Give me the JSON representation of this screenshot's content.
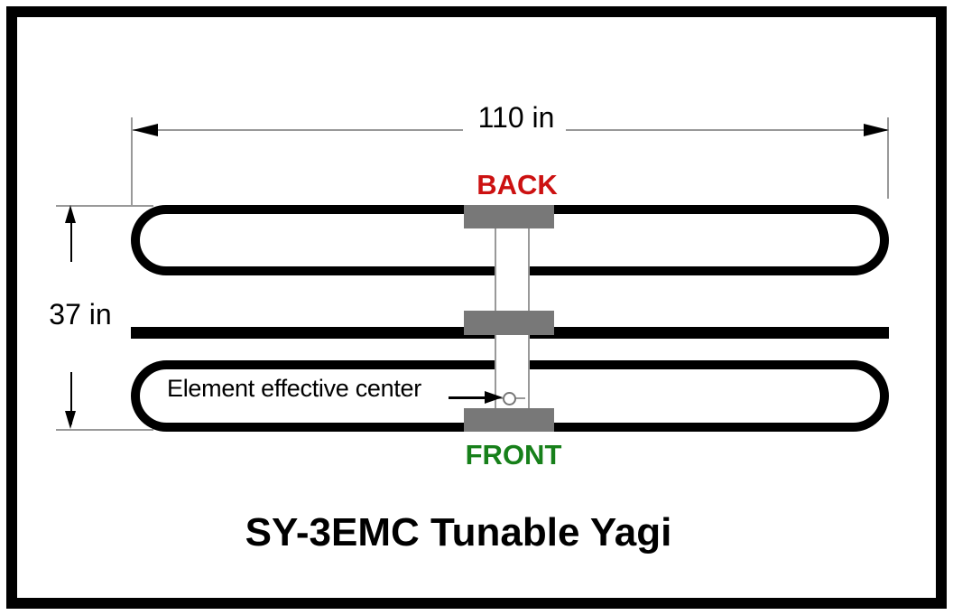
{
  "diagram": {
    "title": "SY-3EMC Tunable Yagi",
    "orientation": {
      "back": "BACK",
      "front": "FRONT"
    },
    "dimensions": {
      "width": "110 in",
      "height": "37 in"
    },
    "annotations": {
      "effective_center": "Element effective center"
    },
    "colors": {
      "back_label": "#cc1111",
      "front_label": "#17801a",
      "clamp_gray": "#787878",
      "dimension_line_gray": "#999999",
      "element_outline": "#000000",
      "background": "#ffffff"
    }
  }
}
